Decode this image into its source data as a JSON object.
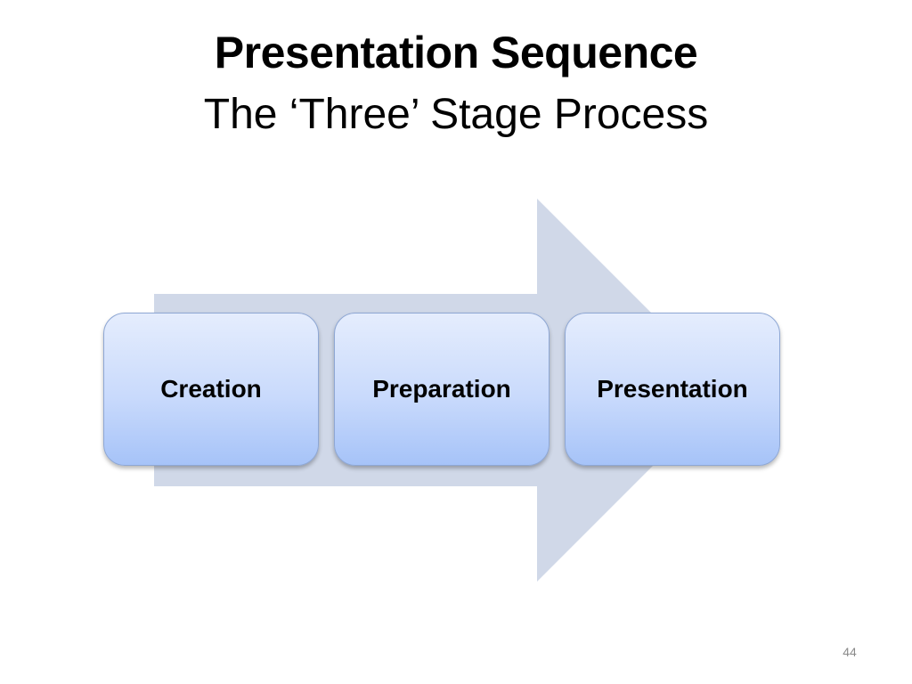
{
  "slide": {
    "title": "Presentation Sequence",
    "subtitle": "The ‘Three’ Stage Process",
    "page_number": "44"
  },
  "diagram": {
    "arrow_color": "#d0d8e8",
    "box_gradient": [
      "#e5edfd",
      "#a6c3f8"
    ],
    "stages": [
      {
        "label": "Creation"
      },
      {
        "label": "Preparation"
      },
      {
        "label": "Presentation"
      }
    ]
  }
}
